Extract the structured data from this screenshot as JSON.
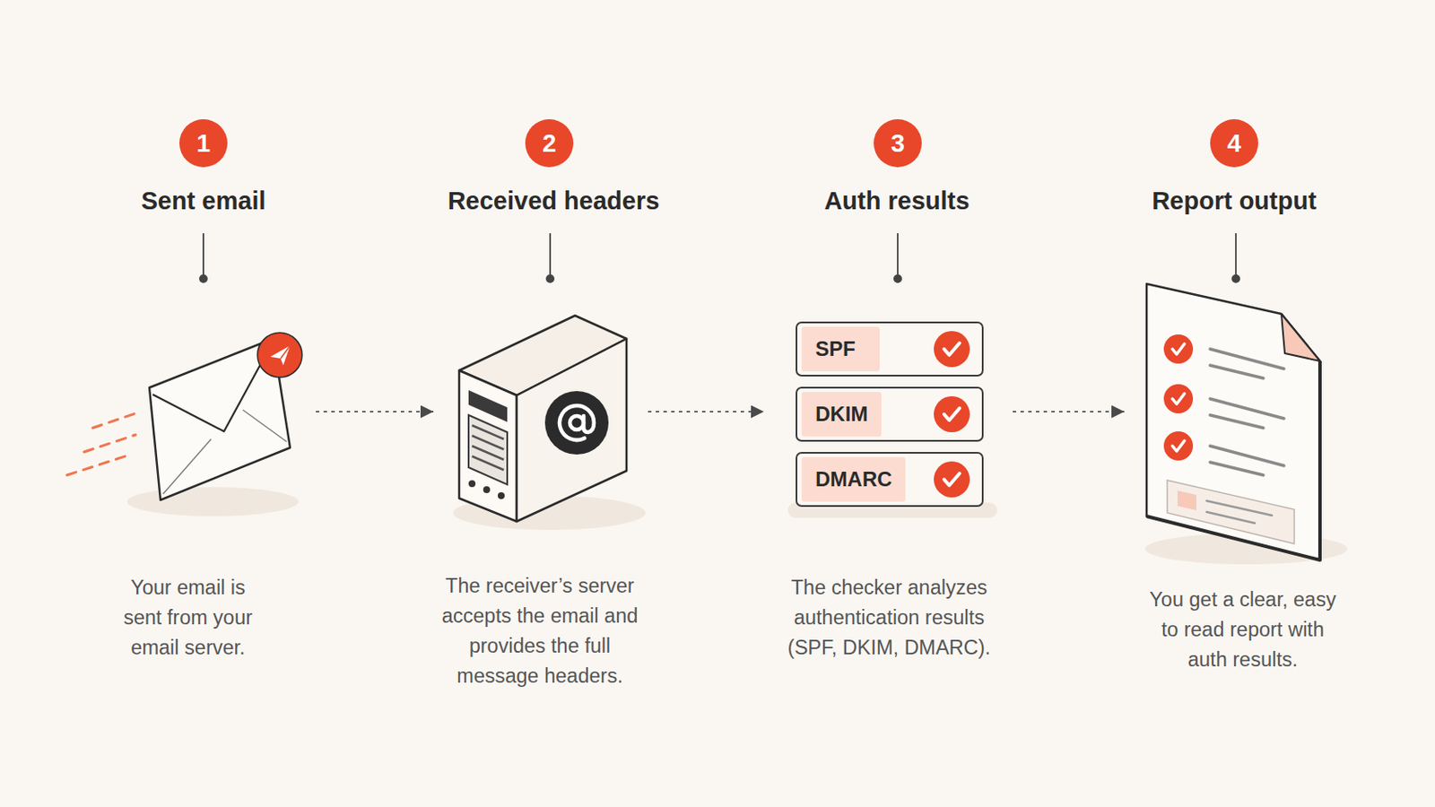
{
  "diagram": {
    "nodes": [
      {
        "text": [
          "1"
        ]
      },
      {
        "text": [
          "Sent email",
          "Your email is sent from your email server."
        ]
      },
      {
        "text": [
          "2"
        ]
      },
      {
        "text": [
          "Received headers",
          "The receiver’s server accepts the email and provides the full message headers."
        ]
      },
      {
        "text": [
          "3"
        ]
      },
      {
        "text": [
          "Auth results",
          "The checker analyzes authentication results (SPF, DKIM, DMARC)."
        ]
      },
      {
        "text": [
          "SPF"
        ],
        "in": 5
      },
      {
        "text": [
          "DKIM"
        ],
        "in": 5
      },
      {
        "text": [
          "DMARC"
        ],
        "in": 5
      },
      {
        "text": [
          "4"
        ]
      },
      {
        "text": [
          "Report output",
          "You get a clear, easy to read report with auth results."
        ]
      }
    ],
    "edges": [
      {
        "from": 1,
        "to": 3,
        "arrow": "to"
      },
      {
        "from": 3,
        "to": 5,
        "arrow": "to"
      },
      {
        "from": 5,
        "to": 10,
        "arrow": "to"
      }
    ]
  }
}
